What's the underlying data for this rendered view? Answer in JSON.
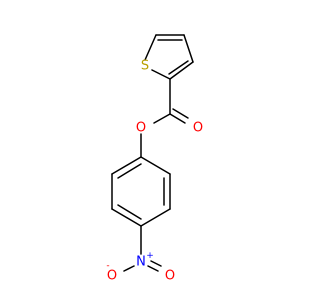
{
  "molecule": {
    "atoms": {
      "s1": {
        "label": "S",
        "color": "#b8a000"
      },
      "o_carbonyl": {
        "label": "O",
        "color": "#ff0000"
      },
      "o_ester": {
        "label": "O",
        "color": "#ff0000"
      },
      "n_nitro": {
        "label": "N",
        "color": "#0000ff",
        "charge": "+"
      },
      "o_nitro_minus": {
        "label": "O",
        "color": "#ff0000",
        "charge": "-"
      },
      "o_nitro_double": {
        "label": "O",
        "color": "#ff0000"
      }
    },
    "bond_color": "#000000"
  }
}
